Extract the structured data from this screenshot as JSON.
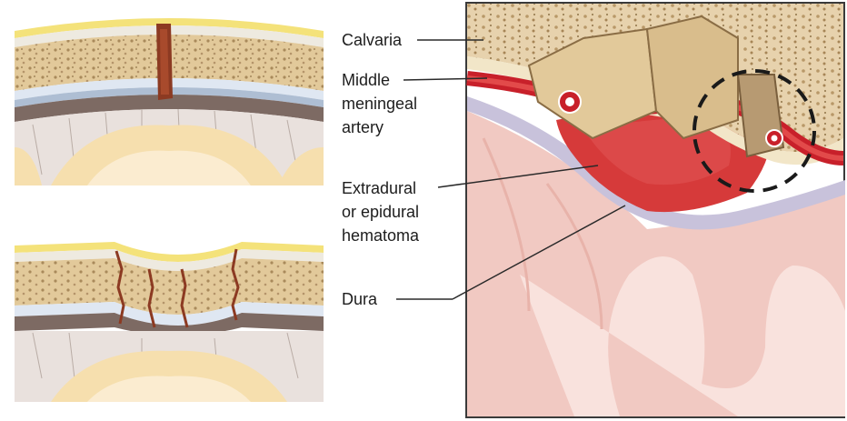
{
  "labels": {
    "calvaria": "Calvaria",
    "middle_meningeal_artery": "Middle\nmeningeal\nartery",
    "extradural_hematoma": "Extradural\nor epidural\nhematoma",
    "dura": "Dura"
  },
  "colors": {
    "bone_light": "#e7d2ad",
    "bone_spongy": "#d9bd8c",
    "scalp_yellow": "#f4e27a",
    "periosteum_blue": "#c7d6e8",
    "dura_lavender": "#c8c2db",
    "brain_pink": "#f1c9c2",
    "hematoma_red": "#d63a3a",
    "artery_red": "#c8202a",
    "fracture_brown": "#8c3a22",
    "highlight_circle": "#1a1a1a"
  },
  "icons": {
    "highlight": "dashed-circle-icon"
  }
}
